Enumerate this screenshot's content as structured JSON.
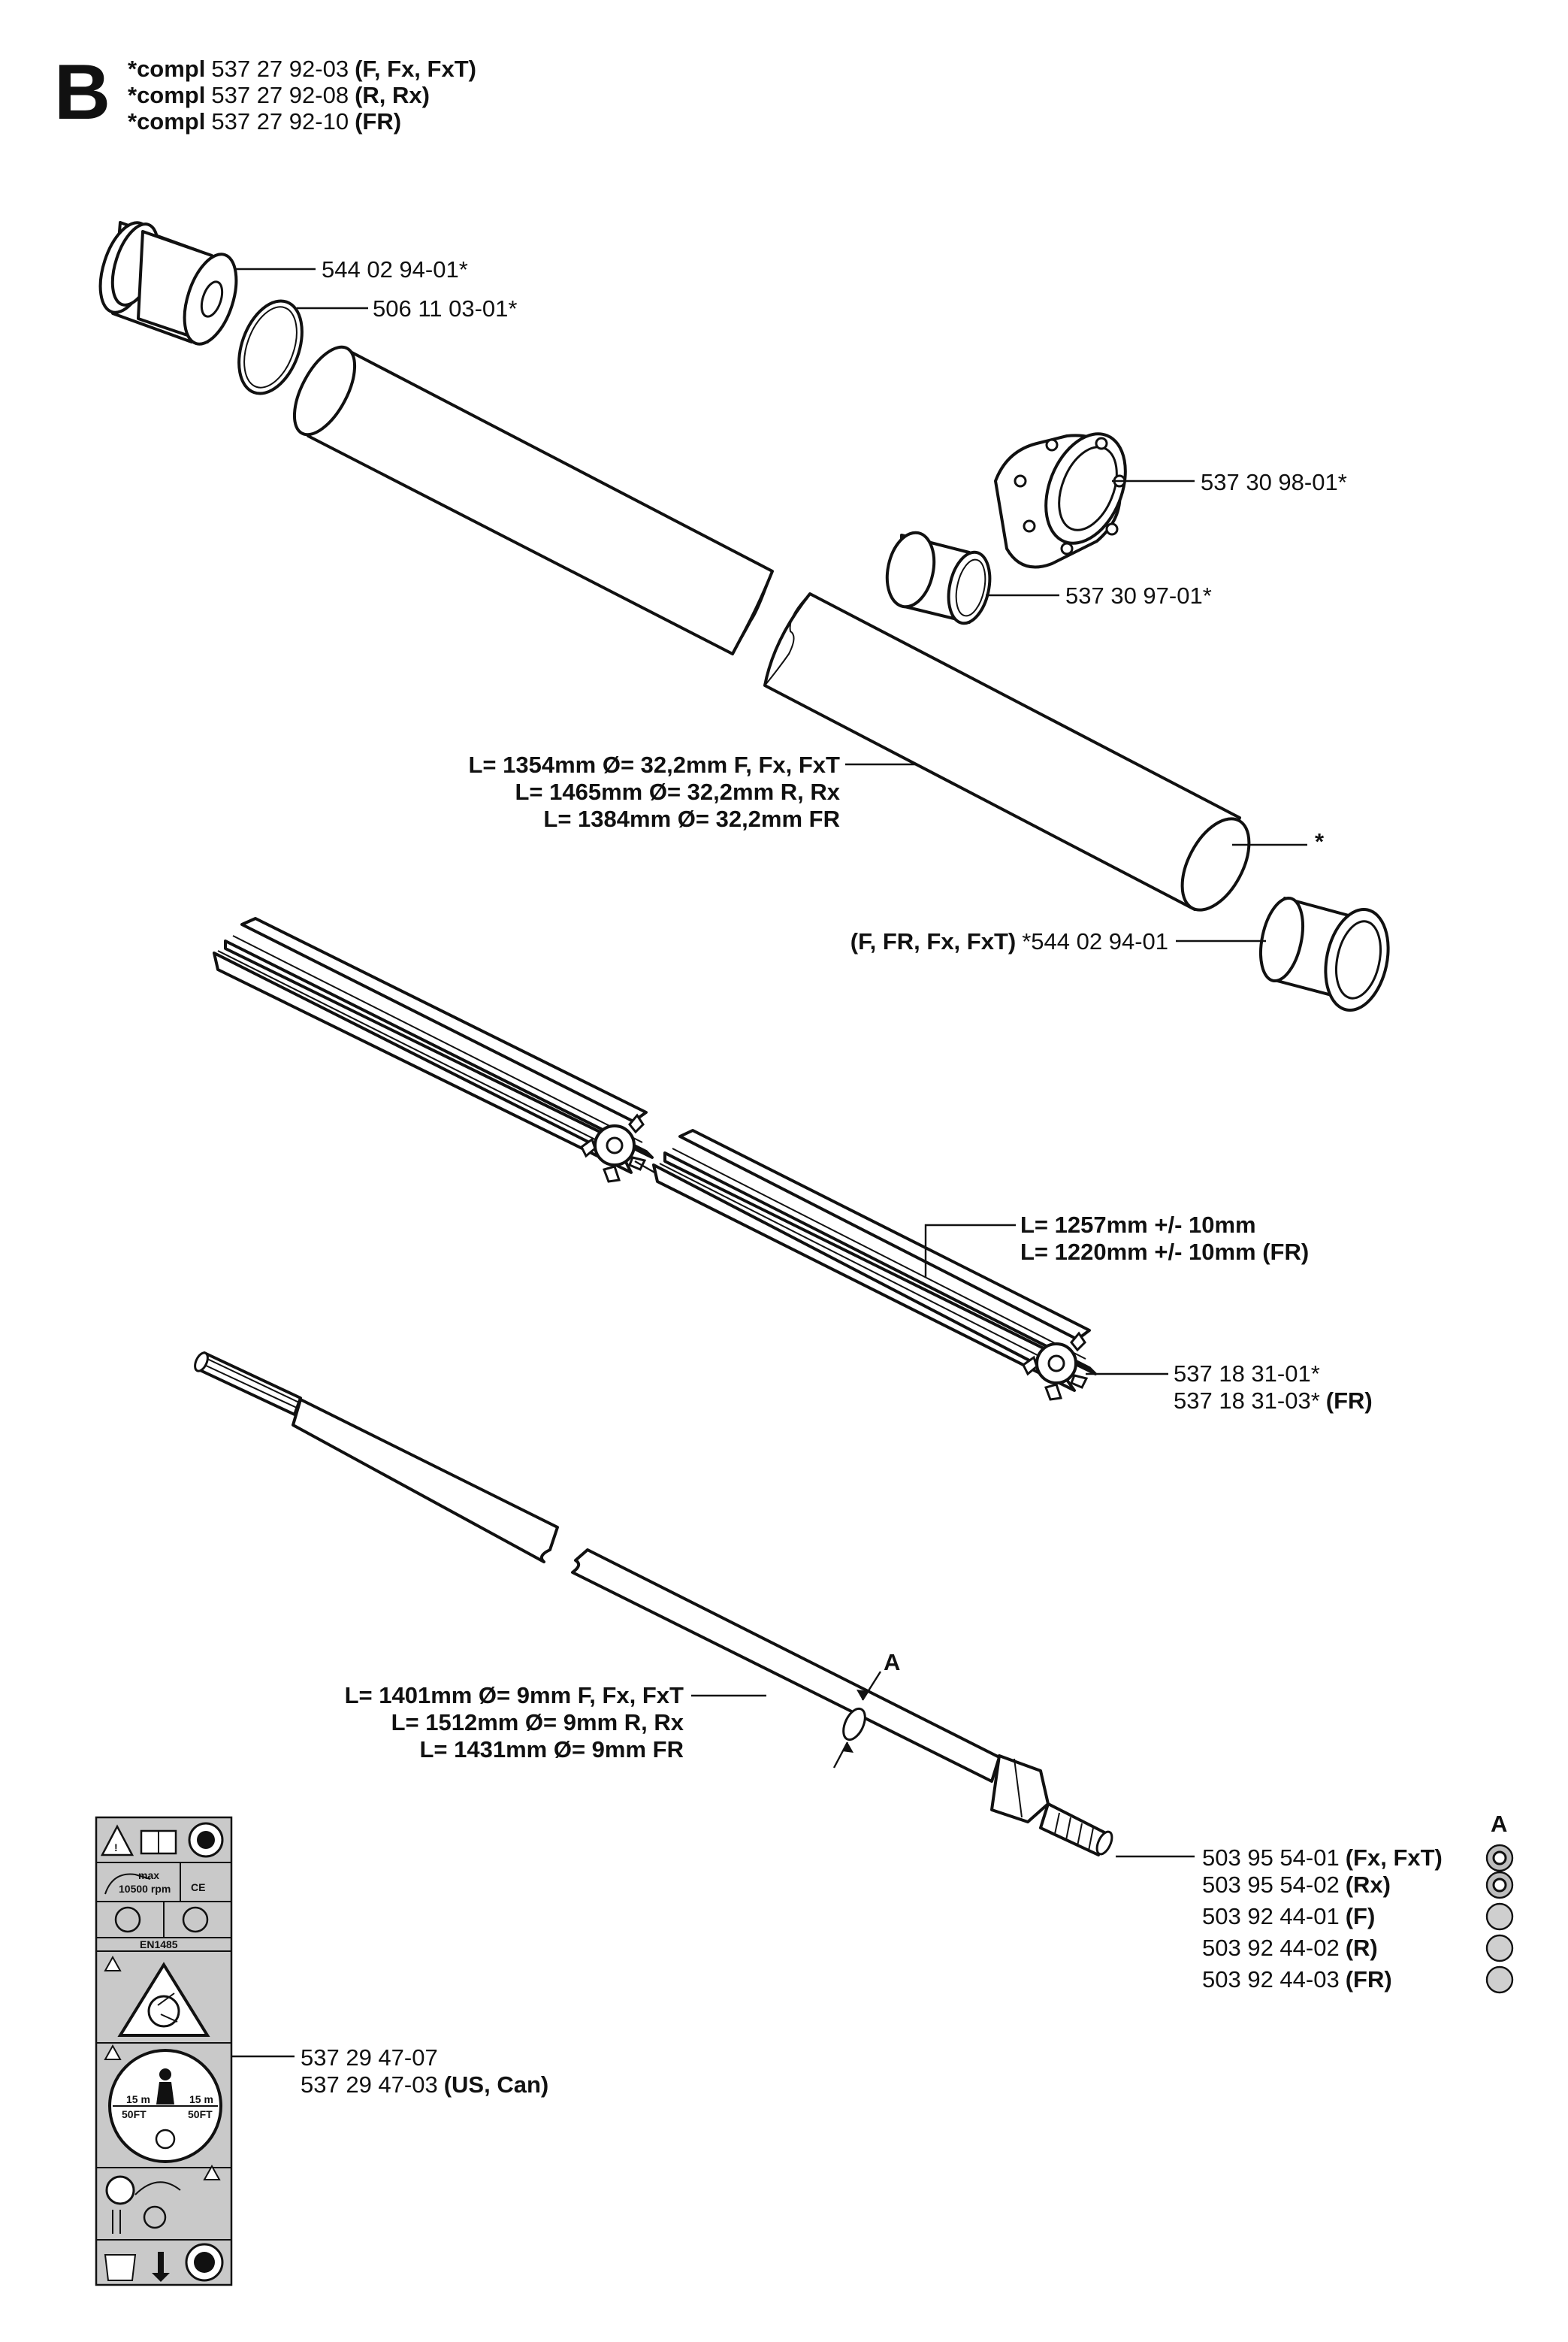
{
  "section_letter": "B",
  "header": [
    {
      "kind": "*compl",
      "number": "537 27 92-03",
      "variant": "(F, Fx, FxT)"
    },
    {
      "kind": "*compl",
      "number": "537 27 92-08",
      "variant": "(R, Rx)"
    },
    {
      "kind": "*compl",
      "number": "537 27 92-10",
      "variant": "(FR)"
    }
  ],
  "parts": {
    "cap_top": "544 02 94-01*",
    "o_ring": "506 11 03-01*",
    "clamp_nut": "537 30 98-01*",
    "sleeve": "537 30 97-01*",
    "tube_end": "*",
    "cap_bottom_variant": "(F, FR, Fx, FxT)",
    "cap_bottom_number": "*544 02 94-01",
    "liner_1": "537 18 31-01*",
    "liner_2_number": "537 18 31-03*",
    "liner_2_variant": "(FR)",
    "decal_1": "537 29 47-07",
    "decal_2_number": "537 29 47-03",
    "decal_2_variant": "(US, Can)"
  },
  "tube_lengths": [
    "L= 1354mm Ø= 32,2mm F, Fx, FxT",
    "L= 1465mm Ø= 32,2mm R, Rx",
    "L= 1384mm Ø= 32,2mm FR"
  ],
  "liner_lengths": [
    "L= 1257mm +/- 10mm",
    "L= 1220mm +/- 10mm (FR)"
  ],
  "shaft_lengths": [
    "L= 1401mm Ø= 9mm F, Fx, FxT",
    "L= 1512mm Ø= 9mm R, Rx",
    "L= 1431mm Ø= 9mm FR"
  ],
  "section_marker": "A",
  "shafts_column_header": "A",
  "shafts": [
    {
      "number": "503 95 54-01",
      "variant": "(Fx, FxT)",
      "symbol": "ring"
    },
    {
      "number": "503 95 54-02",
      "variant": "(Rx)",
      "symbol": "ring"
    },
    {
      "number": "503 92 44-01",
      "variant": "(F)",
      "symbol": "solid"
    },
    {
      "number": "503 92 44-02",
      "variant": "(R)",
      "symbol": "solid"
    },
    {
      "number": "503 92 44-03",
      "variant": "(FR)",
      "symbol": "solid"
    }
  ],
  "decal_texts": {
    "max": "max",
    "rpm": "10500 rpm",
    "ce": "CE",
    "en": "EN1485",
    "dist_left": "15 m",
    "dist_left_ft": "50FT",
    "dist_right": "15 m",
    "dist_right_ft": "50FT"
  }
}
